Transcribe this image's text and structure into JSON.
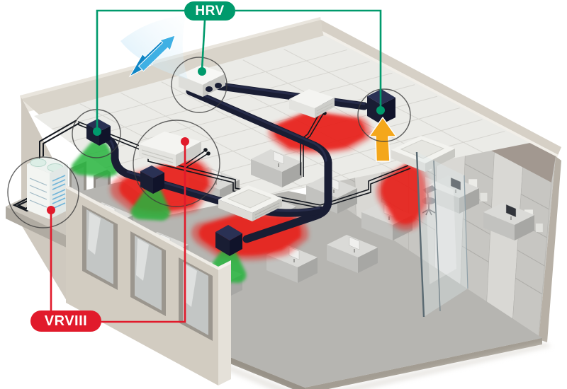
{
  "diagram": {
    "title_labels": {
      "hrv": "HRV",
      "vrv": "VRVIII"
    },
    "colors": {
      "hrv_accent": "#009a6c",
      "vrv_accent": "#e11a2b",
      "duct_navy": "#191d33",
      "supply_air_red": "#e8231d",
      "fresh_air_green": "#27b43e",
      "exhaust_arrow_orange": "#f4a71b",
      "outdoor_air_blue": "#1e9ad5"
    },
    "icons": {
      "air_exchange": "blue-double-arrows-icon",
      "exhaust_up": "orange-up-arrow-icon",
      "callout_dot": "connector-dot"
    }
  }
}
